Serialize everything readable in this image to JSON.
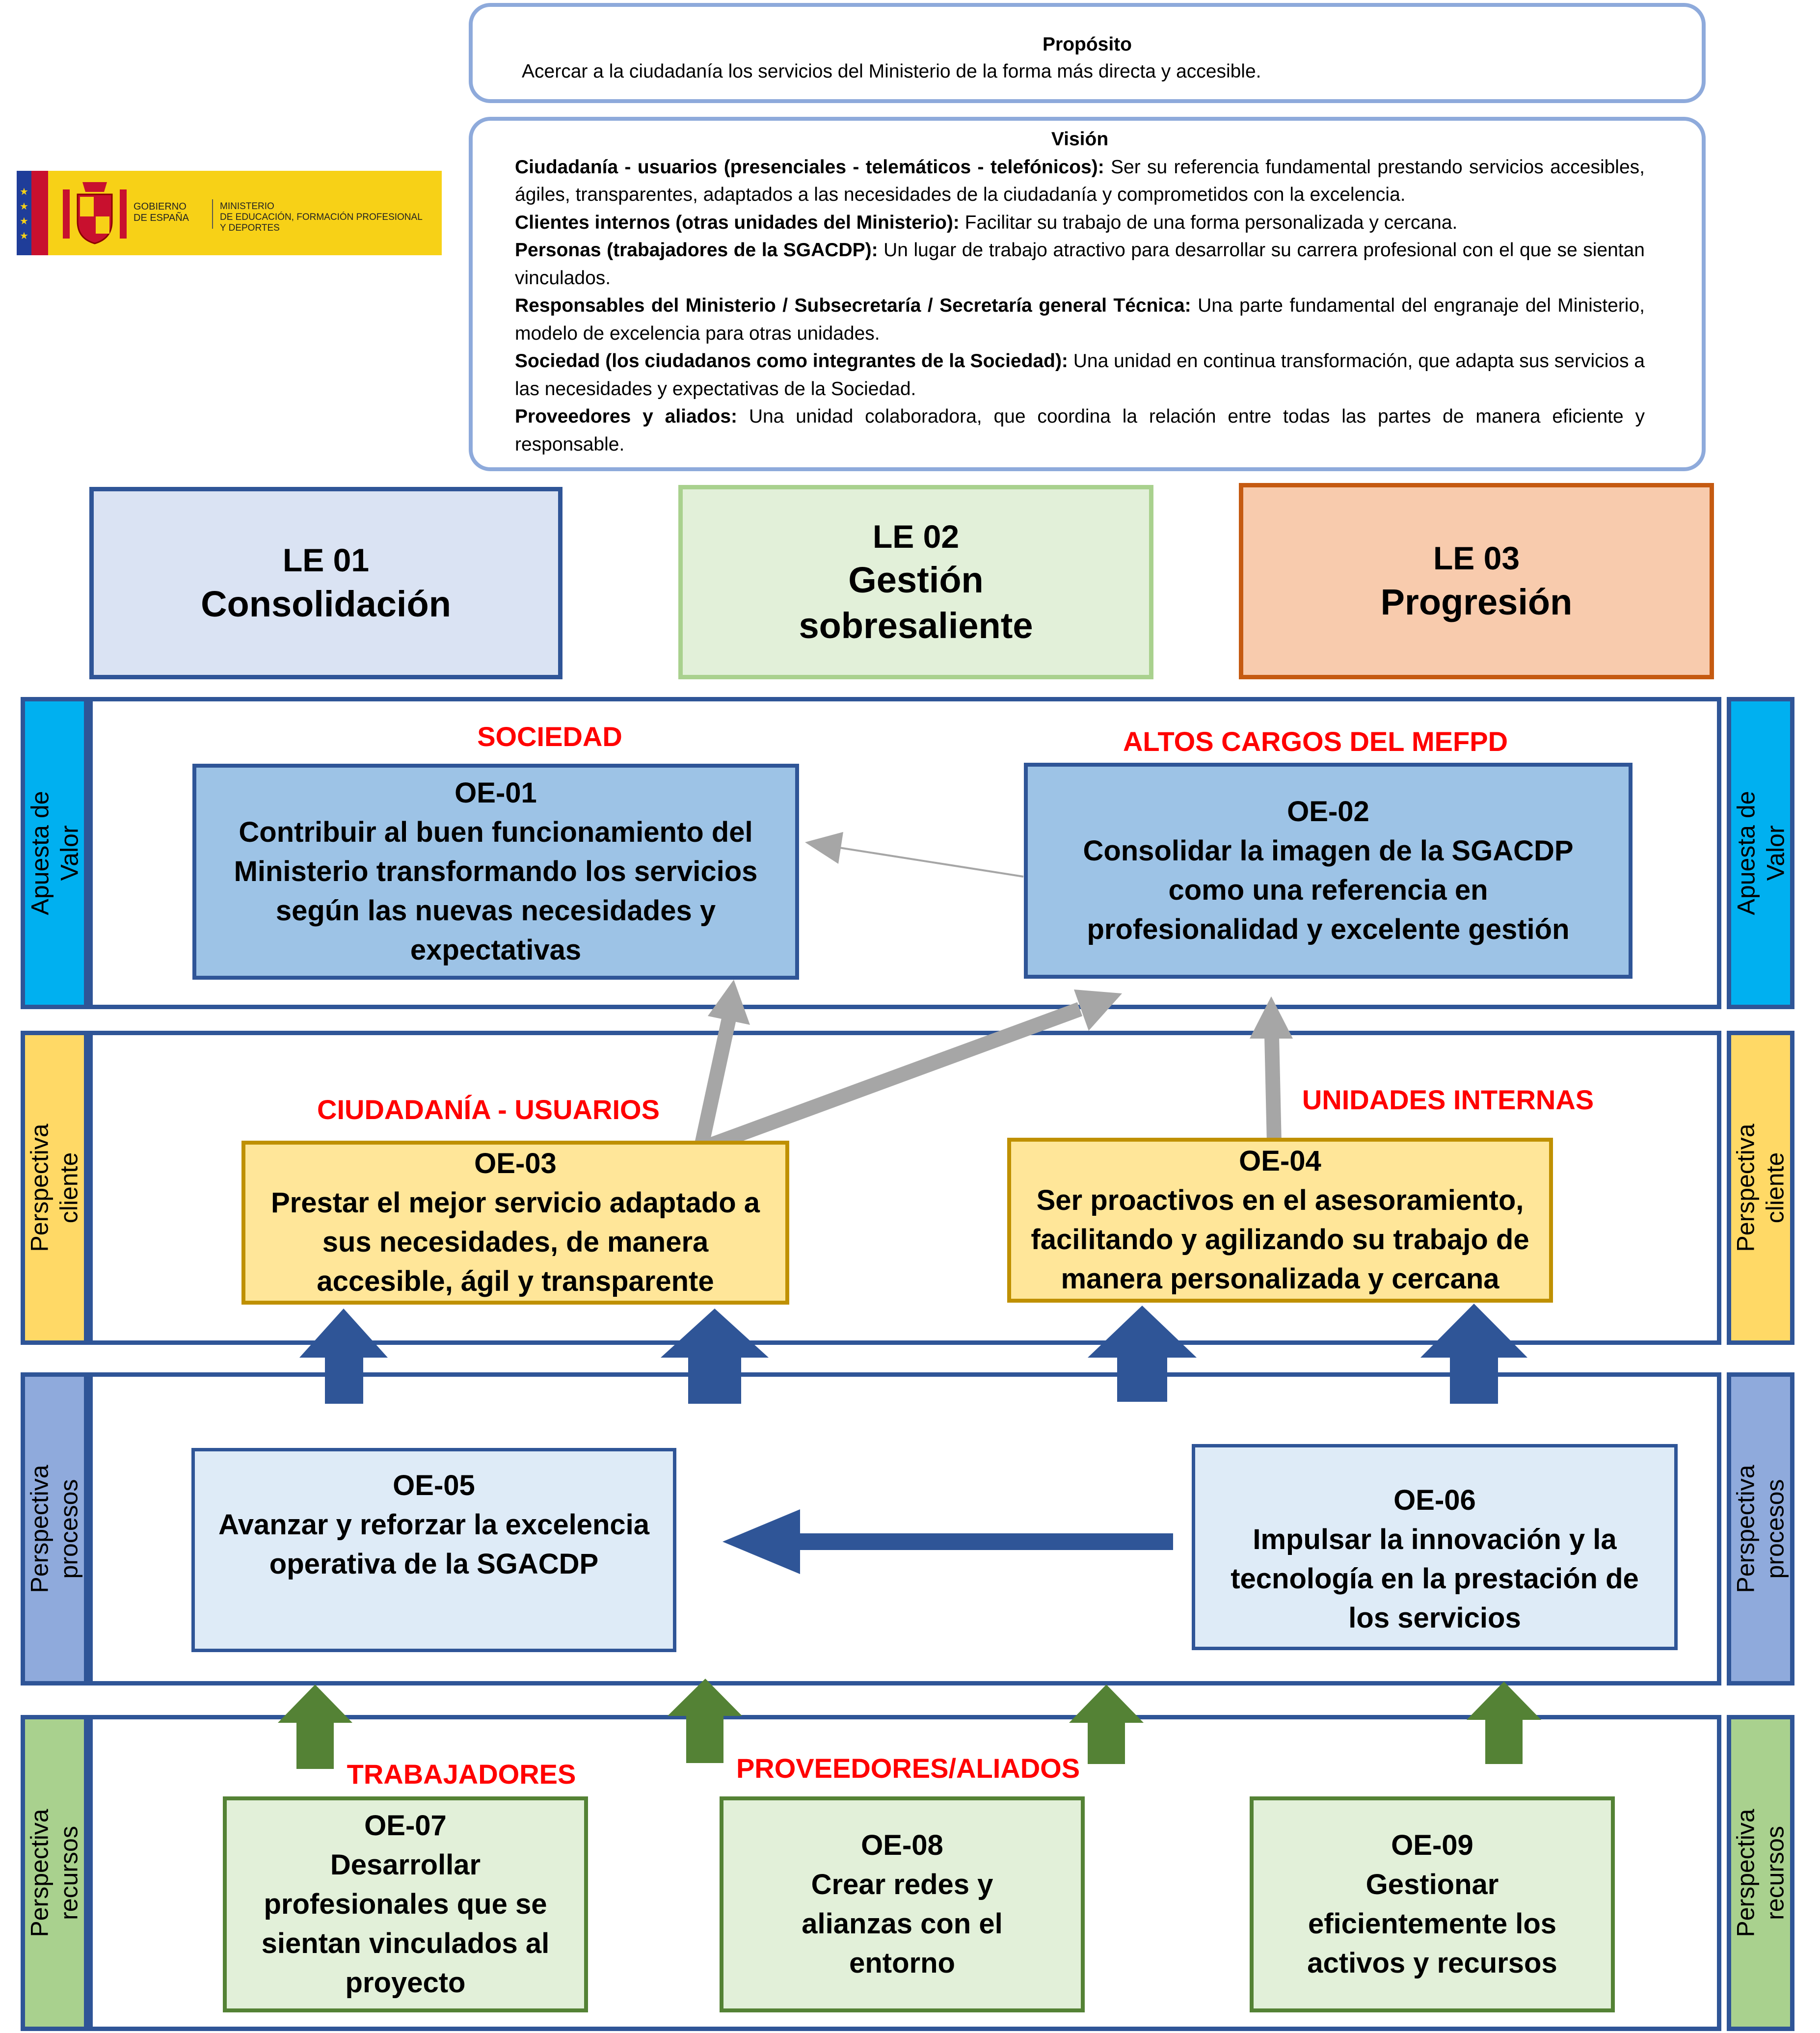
{
  "purpose": {
    "title": "Propósito",
    "text": "Acercar a la ciudadanía los servicios del Ministerio de la forma más directa y accesible."
  },
  "vision": {
    "title": "Visión",
    "items": [
      {
        "label": "Ciudadanía - usuarios (presenciales - telemáticos - telefónicos):",
        "text": "Ser su referencia fundamental prestando servicios accesibles, ágiles, transparentes, adaptados a las necesidades de la ciudadanía y comprometidos con la excelencia."
      },
      {
        "label": "Clientes internos (otras unidades del Ministerio):",
        "text": "Facilitar su trabajo de una forma personalizada y cercana."
      },
      {
        "label": "Personas (trabajadores de la SGACDP):",
        "text": "Un lugar de trabajo atractivo para desarrollar su carrera profesional con el que se sientan vinculados."
      },
      {
        "label": "Responsables del Ministerio / Subsecretaría / Secretaría general Técnica:",
        "text": "Una parte fundamental del engranaje del Ministerio, modelo de excelencia para otras unidades."
      },
      {
        "label": "Sociedad (los ciudadanos como integrantes de la Sociedad):",
        "text": "Una unidad en continua transformación, que adapta sus servicios a las necesidades y expectativas de la Sociedad."
      },
      {
        "label": "Proveedores y aliados:",
        "text": "Una unidad colaboradora, que coordina la relación entre todas las partes de manera eficiente y responsable."
      }
    ]
  },
  "logo": {
    "gov": "GOBIERNO DE ESPAÑA",
    "gov_l1": "GOBIERNO",
    "gov_l2": "DE ESPAÑA",
    "ministry_l1": "MINISTERIO",
    "ministry_l2": "DE EDUCACIÓN, FORMACIÓN PROFESIONAL",
    "ministry_l3": "Y DEPORTES"
  },
  "lines": [
    {
      "code": "LE 01",
      "name": "Consolidación"
    },
    {
      "code": "LE 02",
      "name_l1": "Gestión",
      "name_l2": "sobresaliente"
    },
    {
      "code": "LE 03",
      "name": "Progresión"
    }
  ],
  "perspectives": {
    "value": {
      "l1": "Apuesta de",
      "l2": "Valor"
    },
    "client": {
      "l1": "Perspectiva",
      "l2": "cliente"
    },
    "process": {
      "l1": "Perspectiva",
      "l2": "procesos"
    },
    "resources": {
      "l1": "Perspectiva",
      "l2": "recursos"
    }
  },
  "stakeholders": {
    "sociedad": "SOCIEDAD",
    "altos_cargos": "ALTOS CARGOS DEL MEFPD",
    "ciudadania": "CIUDADANÍA - USUARIOS",
    "unidades": "UNIDADES INTERNAS",
    "trabajadores": "TRABAJADORES",
    "proveedores": "PROVEEDORES/ALIADOS"
  },
  "objectives": {
    "oe01": {
      "code": "OE-01",
      "l1": "Contribuir al buen funcionamiento del",
      "l2": "Ministerio transformando los servicios",
      "l3": "según las nuevas necesidades y",
      "l4": "expectativas"
    },
    "oe02": {
      "code": "OE-02",
      "l1": "Consolidar la imagen de la SGACDP",
      "l2": "como una referencia en",
      "l3": "profesionalidad y excelente gestión"
    },
    "oe03": {
      "code": "OE-03",
      "l1": "Prestar el mejor servicio adaptado a",
      "l2": "sus necesidades, de manera",
      "l3": "accesible, ágil y transparente"
    },
    "oe04": {
      "code": "OE-04",
      "l1": "Ser proactivos en el asesoramiento,",
      "l2": "facilitando y agilizando su trabajo de",
      "l3": "manera personalizada y cercana"
    },
    "oe05": {
      "code": "OE-05",
      "l1": "Avanzar y reforzar la excelencia",
      "l2": "operativa de la SGACDP"
    },
    "oe06": {
      "code": "OE-06",
      "l1": "Impulsar la innovación y la",
      "l2": "tecnología en la prestación de",
      "l3": "los servicios"
    },
    "oe07": {
      "code": "OE-07",
      "l1": "Desarrollar",
      "l2": "profesionales que se",
      "l3": "sientan vinculados al",
      "l4": "proyecto"
    },
    "oe08": {
      "code": "OE-08",
      "l1": "Crear redes y",
      "l2": "alianzas con el",
      "l3": "entorno"
    },
    "oe09": {
      "code": "OE-09",
      "l1": "Gestionar",
      "l2": "eficientemente los",
      "l3": "activos y recursos"
    }
  },
  "colors": {
    "band_border": "#2f5597",
    "value_side": "#00b0f0",
    "client_side": "#ffd966",
    "process_side": "#8faadc",
    "resources_side": "#a9d18e",
    "stakeholder_text": "#ff0000",
    "value_box": "#9dc3e6",
    "client_box": "#ffe699",
    "client_border": "#bf9000",
    "process_box": "#deebf7",
    "process_border": "#2f5597",
    "resources_box": "#e2f0d9",
    "resources_border": "#548235",
    "le01_fill": "#dae3f3",
    "le02_fill": "#e2f0d9",
    "le03_fill": "#f8cbad",
    "gray_arrow": "#a6a6a6",
    "blue_arrow": "#2f5597",
    "green_arrow": "#548235"
  }
}
